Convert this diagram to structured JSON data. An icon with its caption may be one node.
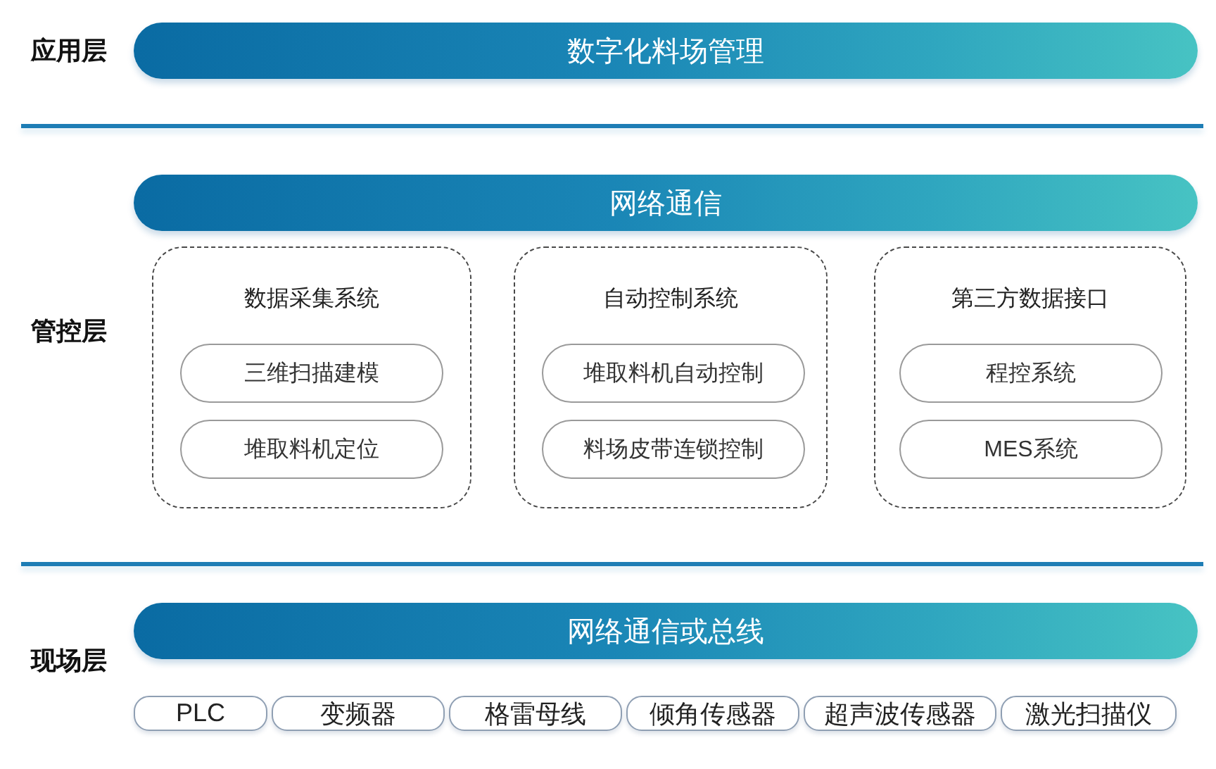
{
  "diagram": {
    "nodes": [
      {
        "text": [
          "数字化料场管理"
        ]
      },
      {
        "text": [
          "网络通信"
        ]
      },
      {
        "text": [
          "数据采集系统"
        ]
      },
      {
        "text": [
          "三维扫描建模"
        ],
        "in": 2
      },
      {
        "text": [
          "堆取料机定位"
        ],
        "in": 2
      },
      {
        "text": [
          "自动控制系统"
        ]
      },
      {
        "text": [
          "堆取料机自动控制"
        ],
        "in": 5
      },
      {
        "text": [
          "料场皮带连锁控制"
        ],
        "in": 5
      },
      {
        "text": [
          "第三方数据接口"
        ]
      },
      {
        "text": [
          "程控系统"
        ],
        "in": 8
      },
      {
        "text": [
          "MES系统"
        ],
        "in": 8
      },
      {
        "text": [
          "网络通信或总线"
        ]
      },
      {
        "text": [
          "PLC"
        ]
      },
      {
        "text": [
          "变频器"
        ]
      },
      {
        "text": [
          "格雷母线"
        ]
      },
      {
        "text": [
          "倾角传感器"
        ]
      },
      {
        "text": [
          "超声波传感器"
        ]
      },
      {
        "text": [
          "激光扫描仪"
        ]
      }
    ],
    "labels": [
      "应用层",
      "管控层",
      "现场层"
    ]
  }
}
